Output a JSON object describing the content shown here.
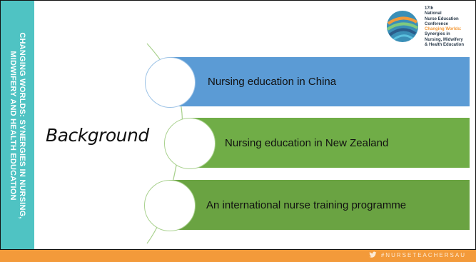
{
  "sidebar": {
    "text": "CHANGING WORLDS: SYNERGIES IN NURSING, MIDWIFERY AND HEALTH EDUCATION"
  },
  "logo": {
    "lines": [
      "17th",
      "National",
      "Nurse Education",
      "Conference",
      "Changing Worlds:",
      "Synergies in",
      "Nursing, Midwifery",
      "& Health Education"
    ]
  },
  "title": "Background",
  "items": [
    {
      "label": "Nursing education in China"
    },
    {
      "label": "Nursing education in New Zealand"
    },
    {
      "label": "An international nurse training programme"
    }
  ],
  "footer": {
    "hashtag": "#NURSETEACHERSAU"
  },
  "colors": {
    "sidebar": "#4fc3c3",
    "bar_blue": "#5b9bd5",
    "bar_green": "#70ad47",
    "footer": "#f39a3a"
  }
}
